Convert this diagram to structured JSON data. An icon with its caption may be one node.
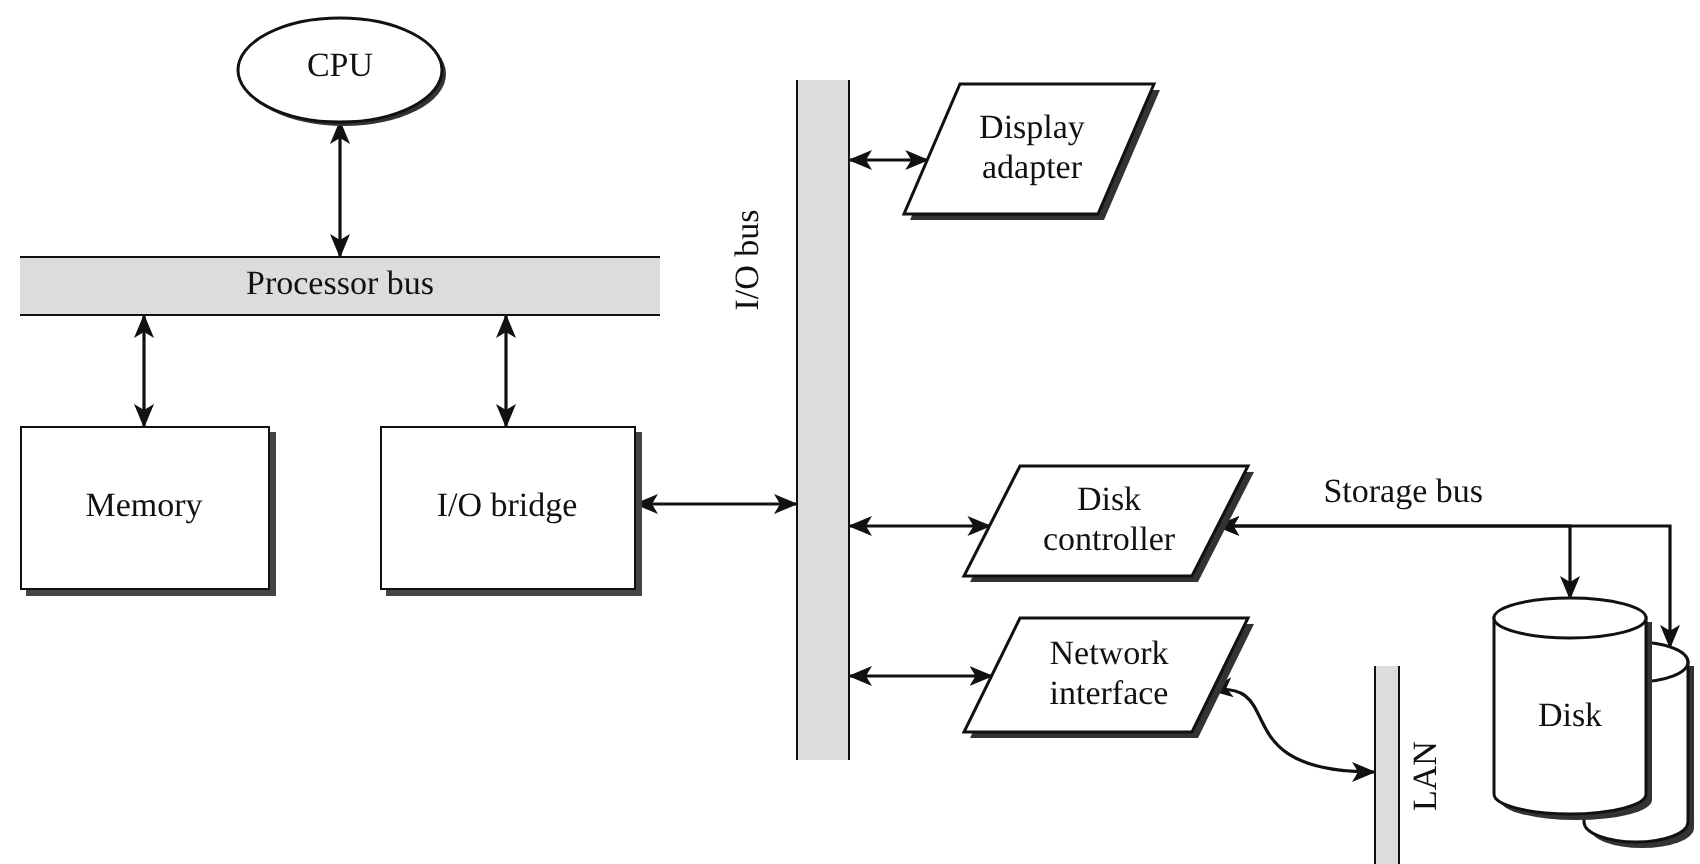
{
  "diagram": {
    "nodes": [
      {
        "text": [
          "CPU"
        ]
      },
      {
        "text": [
          "Processor bus"
        ]
      },
      {
        "text": [
          "Memory"
        ]
      },
      {
        "text": [
          "I/O bridge"
        ]
      },
      {
        "text": [
          "I/O bus"
        ]
      },
      {
        "text": [
          "Display adapter"
        ]
      },
      {
        "text": [
          "Disk controller"
        ]
      },
      {
        "text": [
          "Network interface"
        ]
      },
      {
        "text": [
          "LAN"
        ]
      },
      {
        "text": [],
        "shape": "cylinder"
      },
      {
        "text": [
          "Disk"
        ]
      }
    ],
    "edges": [
      {
        "from": 0,
        "to": 1,
        "arrow": "both"
      },
      {
        "from": 1,
        "to": 2,
        "arrow": "both"
      },
      {
        "from": 1,
        "to": 3,
        "arrow": "both"
      },
      {
        "from": 3,
        "to": 4,
        "arrow": "both"
      },
      {
        "from": 4,
        "to": 5,
        "arrow": "both"
      },
      {
        "from": 4,
        "to": 6,
        "arrow": "both"
      },
      {
        "from": 4,
        "to": 7,
        "arrow": "both"
      },
      {
        "from": 7,
        "to": 8,
        "arrow": "both"
      },
      {
        "from": 6,
        "to": 10,
        "arrow": "both",
        "label": "Storage bus"
      },
      {
        "from": 6,
        "to": 9,
        "arrow": "both"
      }
    ]
  }
}
